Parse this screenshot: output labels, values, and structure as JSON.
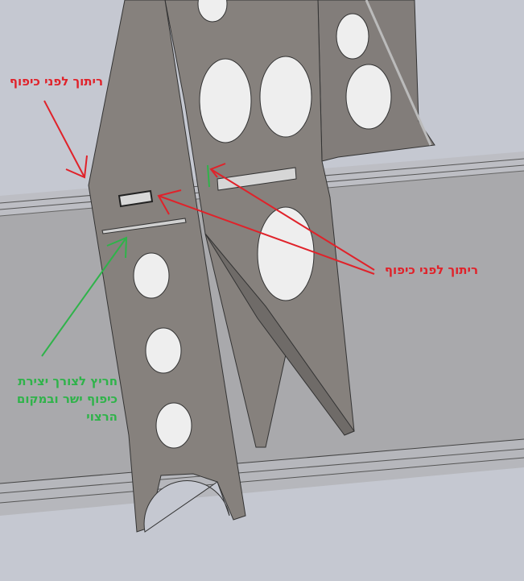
{
  "annotations": {
    "weld_top_left": "ריתוך לפני כיפוף",
    "weld_right": "ריתוך לפני כיפוף",
    "slot_note": [
      "חריץ לצורך יצירת",
      "כיפוף ישר ובמקום",
      "הרצוי"
    ]
  },
  "colors": {
    "weld": "#e0222a",
    "slot": "#2fb34a",
    "plate": "#86817d",
    "beam": "#a9a9ac",
    "background": "#c5c8d1"
  }
}
